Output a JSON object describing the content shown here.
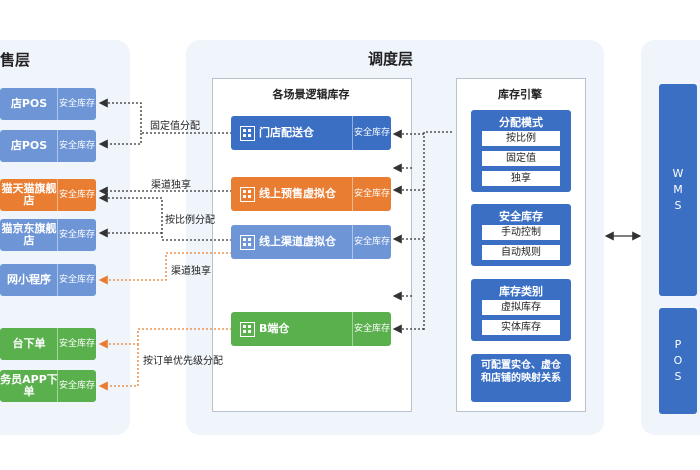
{
  "sales_layer": {
    "title": "售层",
    "nodes": [
      {
        "name": "店POS",
        "tag": "安全库存"
      },
      {
        "name": "店POS",
        "tag": "安全库存"
      },
      {
        "name": "猫天猫旗舰店",
        "tag": "安全库存"
      },
      {
        "name": "猫京东旗舰店",
        "tag": "安全库存"
      },
      {
        "name": "网小程序",
        "tag": "安全库存"
      },
      {
        "name": "台下单",
        "tag": "安全库存"
      },
      {
        "name": "务员APP下单",
        "tag": "安全库存"
      }
    ]
  },
  "dispatch_layer": {
    "title": "调度层",
    "logical": {
      "title": "各场景逻辑库存",
      "nodes": [
        {
          "name": "门店配送仓",
          "tag": "安全库存"
        },
        {
          "name": "线上预售虚拟仓",
          "tag": "安全库存"
        },
        {
          "name": "线上渠道虚拟仓",
          "tag": "安全库存"
        },
        {
          "name": "B端仓",
          "tag": "安全库存"
        }
      ]
    },
    "engine": {
      "title": "库存引擎",
      "groups": [
        {
          "title": "分配模式",
          "options": [
            "按比例",
            "固定值",
            "独享"
          ]
        },
        {
          "title": "安全库存",
          "options": [
            "手动控制",
            "自动规则"
          ]
        },
        {
          "title": "库存类别",
          "options": [
            "虚拟库存",
            "实体库存"
          ]
        }
      ],
      "note": "可配置实仓、虚仓和店铺的映射关系"
    }
  },
  "flows": [
    "固定值分配",
    "渠道独享",
    "按比例分配",
    "渠道独享",
    "按订单优先级分配"
  ],
  "right_systems": [
    "WMS",
    "POS"
  ],
  "colors": {
    "blue": "#3a6fc4",
    "orange": "#e97d32",
    "green": "#5bb04e",
    "light_blue": "#6e95d6",
    "panel": "#f0f4fb"
  }
}
